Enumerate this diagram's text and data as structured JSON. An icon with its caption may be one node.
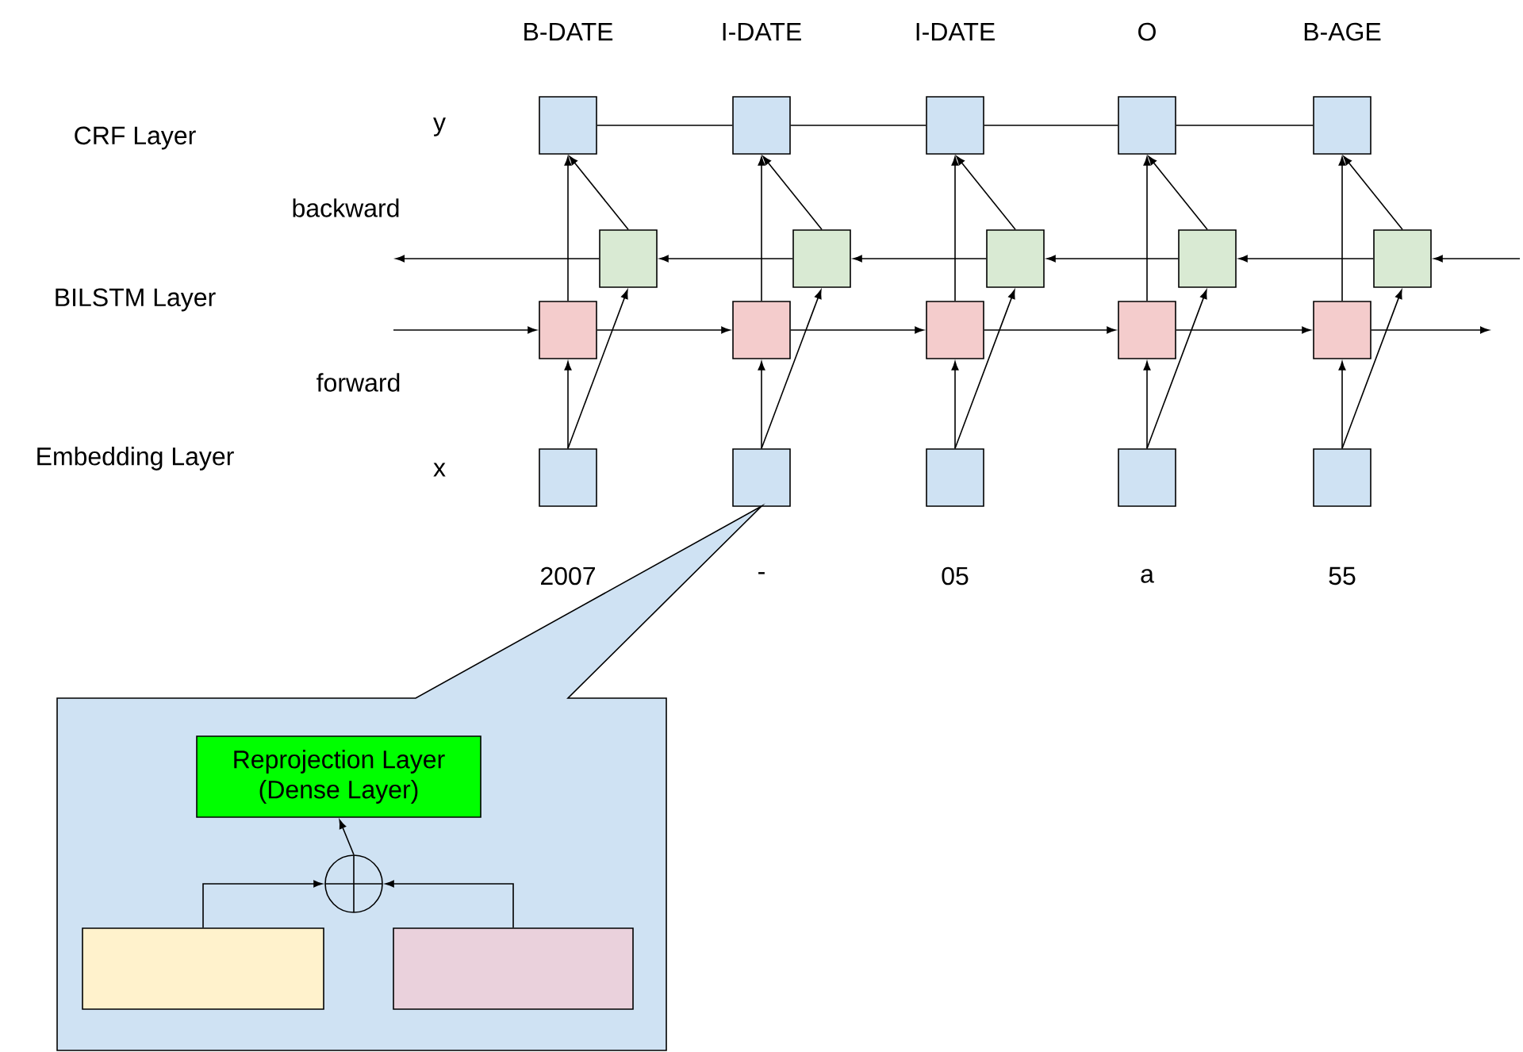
{
  "diagram": {
    "nodes": [
      {
        "text": [],
        "shape": "box",
        "beside": [
          "B-DATE"
        ]
      },
      {
        "text": [],
        "shape": "box"
      },
      {
        "text": [],
        "shape": "box"
      },
      {
        "text": [],
        "shape": "box",
        "beside": [
          "2007"
        ]
      },
      {
        "text": [],
        "shape": "box",
        "beside": [
          "I-DATE"
        ]
      },
      {
        "text": [],
        "shape": "box"
      },
      {
        "text": [],
        "shape": "box"
      },
      {
        "text": [],
        "shape": "box",
        "beside": [
          "-"
        ]
      },
      {
        "text": [],
        "shape": "box",
        "beside": [
          "I-DATE"
        ]
      },
      {
        "text": [],
        "shape": "box"
      },
      {
        "text": [],
        "shape": "box"
      },
      {
        "text": [],
        "shape": "box",
        "beside": [
          "05"
        ]
      },
      {
        "text": [],
        "shape": "box",
        "beside": [
          "O"
        ]
      },
      {
        "text": [],
        "shape": "box"
      },
      {
        "text": [],
        "shape": "box"
      },
      {
        "text": [],
        "shape": "box",
        "beside": [
          "a"
        ]
      },
      {
        "text": [],
        "shape": "box",
        "beside": [
          "B-AGE"
        ]
      },
      {
        "text": [],
        "shape": "box"
      },
      {
        "text": [],
        "shape": "box"
      },
      {
        "text": [],
        "shape": "box",
        "beside": [
          "55"
        ]
      },
      {
        "text": [],
        "shape": "box"
      },
      {
        "text": [
          "Reprojection Layer (Dense Layer)"
        ],
        "in": 20
      },
      {
        "text": [],
        "shape": "circle",
        "in": 20
      },
      {
        "text": [],
        "shape": "box",
        "in": 20
      },
      {
        "text": [],
        "shape": "box",
        "in": 20
      }
    ],
    "edges": [
      {
        "from": 0,
        "to": 4,
        "arrow": "none"
      },
      {
        "from": 4,
        "to": 8,
        "arrow": "none"
      },
      {
        "from": 8,
        "to": 12,
        "arrow": "none"
      },
      {
        "from": 12,
        "to": 16,
        "arrow": "none"
      },
      {
        "from": 2,
        "to": 0,
        "arrow": "to"
      },
      {
        "from": 1,
        "to": 0,
        "arrow": "to"
      },
      {
        "from": 3,
        "to": 2,
        "arrow": "to"
      },
      {
        "from": 3,
        "to": 1,
        "arrow": "to"
      },
      {
        "from": 6,
        "to": 4,
        "arrow": "to"
      },
      {
        "from": 5,
        "to": 4,
        "arrow": "to"
      },
      {
        "from": 7,
        "to": 6,
        "arrow": "to"
      },
      {
        "from": 7,
        "to": 5,
        "arrow": "to"
      },
      {
        "from": 10,
        "to": 8,
        "arrow": "to"
      },
      {
        "from": 9,
        "to": 8,
        "arrow": "to"
      },
      {
        "from": 11,
        "to": 10,
        "arrow": "to"
      },
      {
        "from": 11,
        "to": 9,
        "arrow": "to"
      },
      {
        "from": 14,
        "to": 12,
        "arrow": "to"
      },
      {
        "from": 13,
        "to": 12,
        "arrow": "to"
      },
      {
        "from": 15,
        "to": 14,
        "arrow": "to"
      },
      {
        "from": 15,
        "to": 13,
        "arrow": "to"
      },
      {
        "from": 18,
        "to": 16,
        "arrow": "to"
      },
      {
        "from": 17,
        "to": 16,
        "arrow": "to"
      },
      {
        "from": 19,
        "to": 18,
        "arrow": "to"
      },
      {
        "from": 19,
        "to": 17,
        "arrow": "to"
      },
      {
        "from": null,
        "to": 2,
        "arrow": "to"
      },
      {
        "from": 2,
        "to": 6,
        "arrow": "to"
      },
      {
        "from": 6,
        "to": 10,
        "arrow": "to"
      },
      {
        "from": 10,
        "to": 14,
        "arrow": "to"
      },
      {
        "from": 14,
        "to": 18,
        "arrow": "to"
      },
      {
        "from": 18,
        "to": null,
        "arrow": "to"
      },
      {
        "from": null,
        "to": 17,
        "arrow": "to"
      },
      {
        "from": 17,
        "to": 13,
        "arrow": "to"
      },
      {
        "from": 13,
        "to": 9,
        "arrow": "to"
      },
      {
        "from": 9,
        "to": 5,
        "arrow": "to"
      },
      {
        "from": 5,
        "to": 1,
        "arrow": "to"
      },
      {
        "from": 1,
        "to": null,
        "arrow": "to"
      },
      {
        "from": 23,
        "to": 22,
        "arrow": "to"
      },
      {
        "from": 24,
        "to": 22,
        "arrow": "to"
      },
      {
        "from": 22,
        "to": 21,
        "arrow": "to"
      }
    ],
    "labels": [
      "CRF Layer",
      "y",
      "backward",
      "BILSTM Layer",
      "forward",
      "Embedding Layer",
      "x"
    ]
  }
}
